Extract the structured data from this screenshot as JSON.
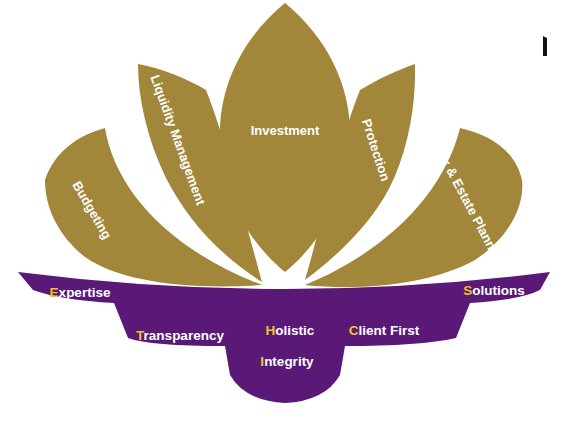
{
  "diagram": {
    "nodes": [
      {
        "text": [
          "Budgeting"
        ]
      },
      {
        "text": [
          "Liquidity Management"
        ]
      },
      {
        "text": [
          "Investment"
        ]
      },
      {
        "text": [
          "Protection"
        ]
      },
      {
        "text": [
          "Tax & Estate Planning"
        ]
      },
      {
        "text": [
          "Expertise",
          "Transparency",
          "Holistic",
          "Integrity",
          "Client First",
          "Solutions"
        ]
      }
    ]
  }
}
